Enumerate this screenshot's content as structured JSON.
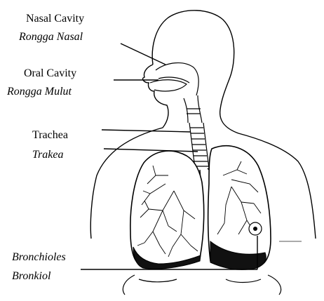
{
  "labels": [
    {
      "english": "Nasal Cavity",
      "indonesian": "Rongga Nasal"
    },
    {
      "english": "Oral Cavity",
      "indonesian": "Rongga Mulut"
    },
    {
      "english": "Trachea",
      "indonesian": "Trakea"
    },
    {
      "english": "Bronchioles",
      "indonesian": "Bronkiol"
    }
  ],
  "colors": {
    "ink": "#000000",
    "background": "#ffffff",
    "lung_fill": "#ffffff",
    "lung_base": "#111111"
  }
}
